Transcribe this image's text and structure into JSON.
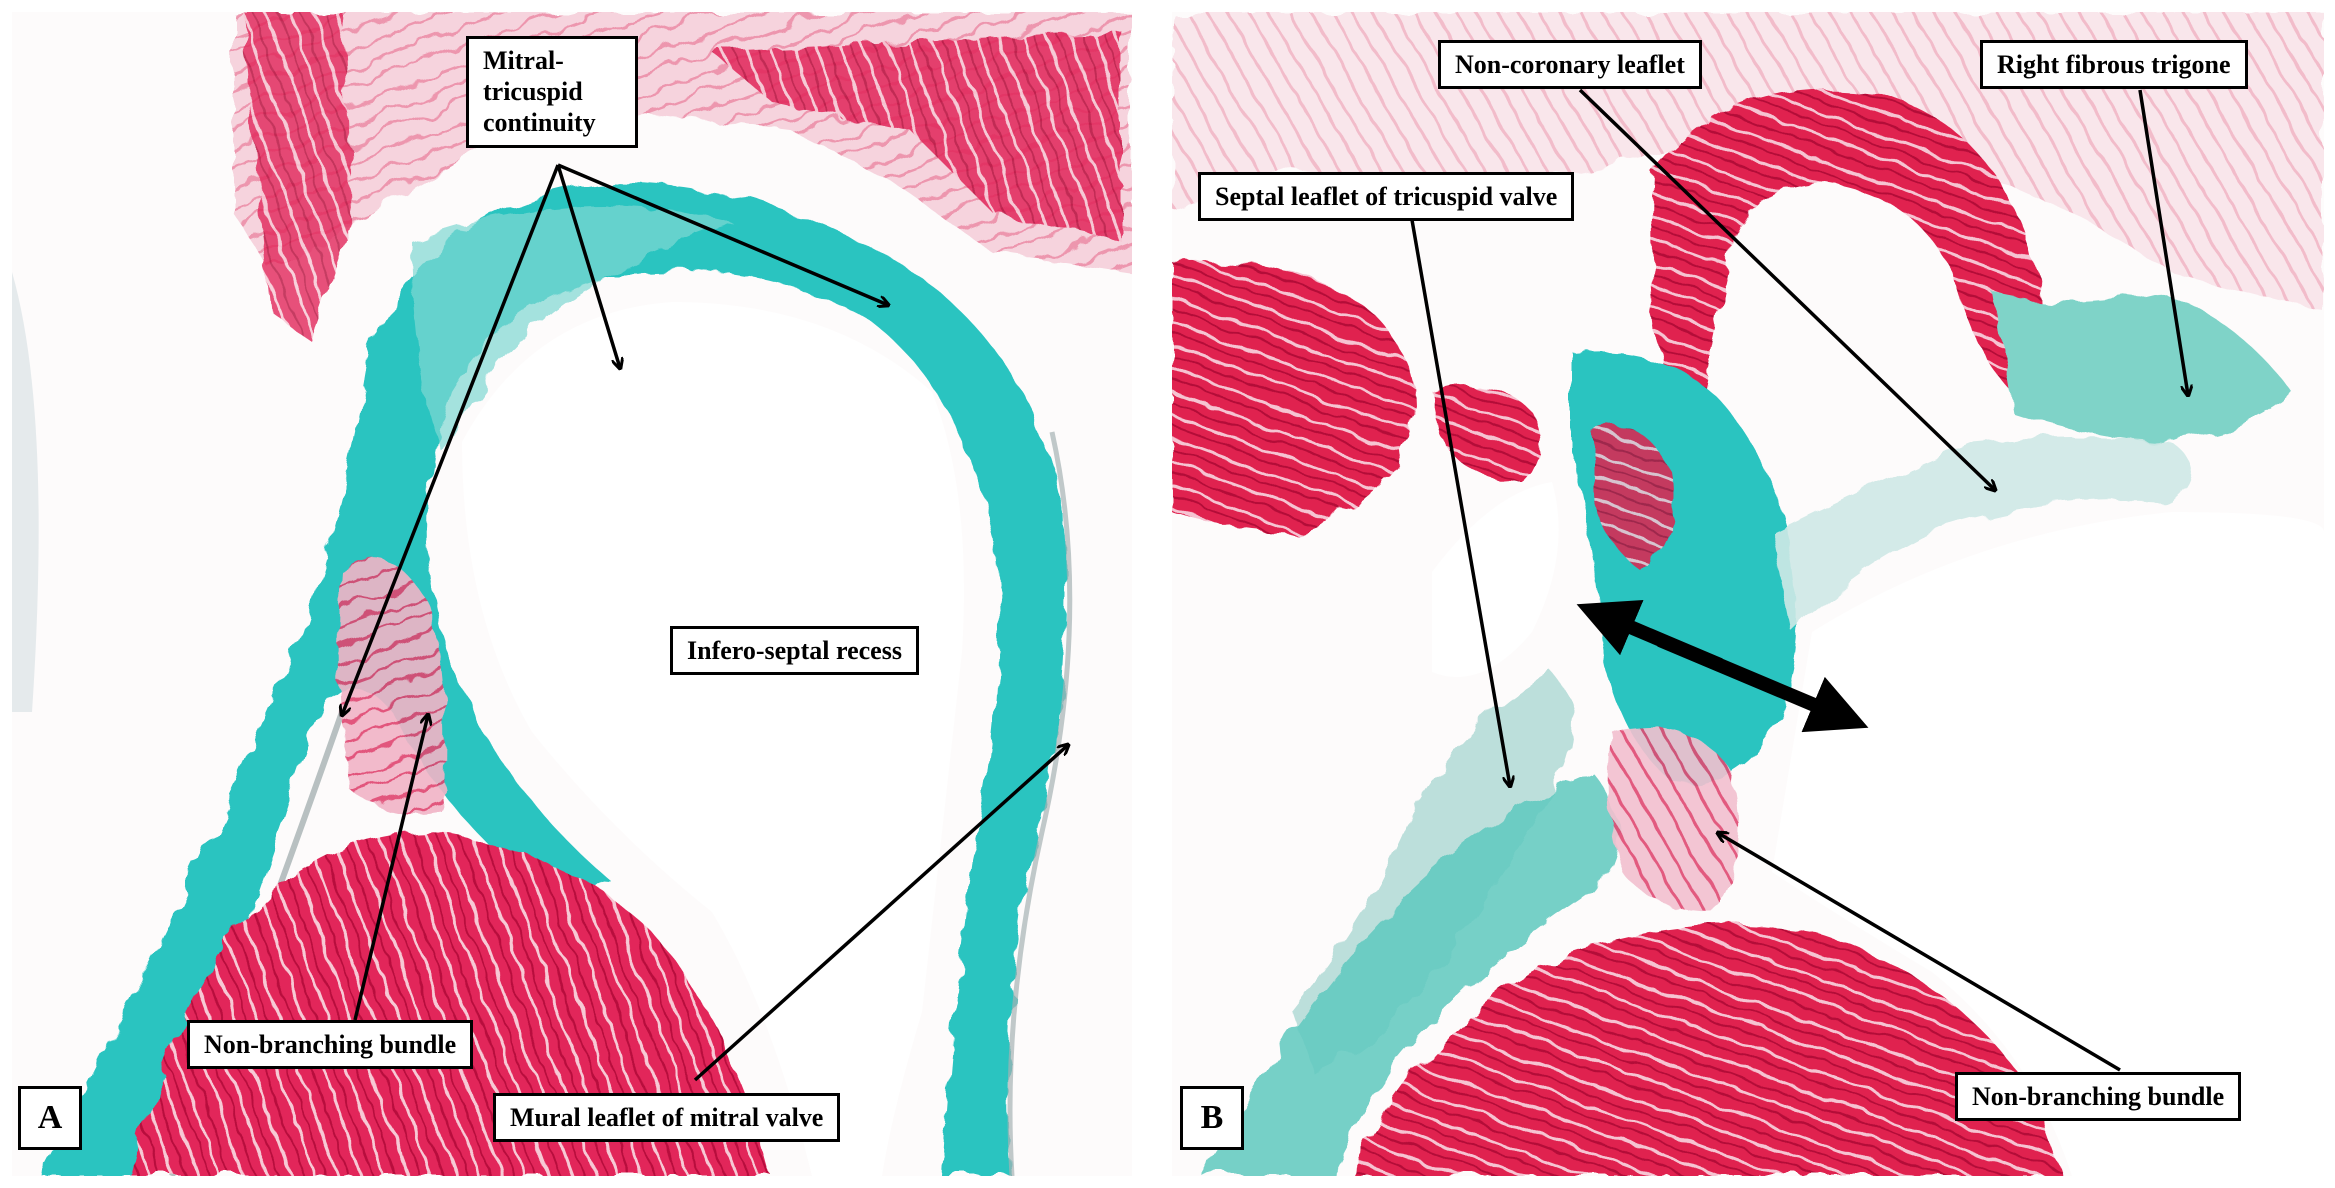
{
  "panel_a": {
    "letter": "A",
    "labels": {
      "mitral_tricuspid": "Mitral-tricuspid continuity",
      "infero_septal": "Infero-septal recess",
      "non_branching": "Non-branching bundle",
      "mural_leaflet": "Mural leaflet of mitral valve"
    }
  },
  "panel_b": {
    "letter": "B",
    "labels": {
      "non_coronary": "Non-coronary leaflet",
      "right_fibrous": "Right fibrous trigone",
      "septal_leaflet": "Septal leaflet of tricuspid valve",
      "non_branching": "Non-branching bundle"
    }
  },
  "colors": {
    "muscle": "#e2285a",
    "collagen": "#2cc4c0",
    "background": "#fdfbfb"
  }
}
